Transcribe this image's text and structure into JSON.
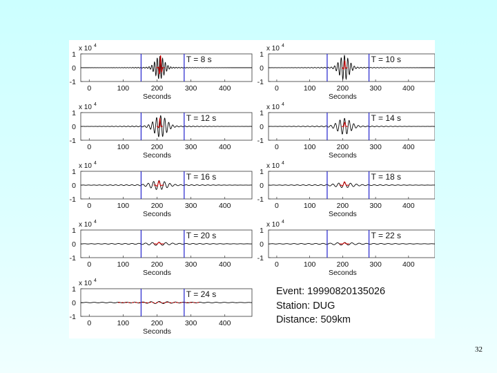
{
  "slide_number": "32",
  "info": {
    "event": "Event: 19990820135026",
    "station": "Station: DUG",
    "distance": "Distance: 509km"
  },
  "chart_data": [
    {
      "type": "line",
      "title": "T = 8 s",
      "xlabel": "Seconds",
      "ylabel": "",
      "y_scale_label": "x 10",
      "y_scale_exp": "4",
      "xlim": [
        -25,
        480
      ],
      "ylim": [
        -1,
        1
      ],
      "xticks": [
        0,
        100,
        200,
        300,
        400
      ],
      "yticks": [
        -1,
        0,
        1
      ],
      "window_lines": [
        153,
        280
      ],
      "envelope_peak_x": 205,
      "series": [
        {
          "name": "",
          "color": "#000000",
          "wave": {
            "center": 208,
            "width": 18,
            "amplitude": 0.8,
            "period": 8
          }
        },
        {
          "name": "",
          "color": "#cc0000",
          "wave": {
            "center": 210,
            "width": 4,
            "amplitude": 0.9,
            "period": 8
          }
        }
      ]
    },
    {
      "type": "line",
      "title": "T = 10 s",
      "xlabel": "Seconds",
      "ylabel": "",
      "y_scale_label": "x 10",
      "y_scale_exp": "4",
      "xlim": [
        -25,
        480
      ],
      "ylim": [
        -1,
        1
      ],
      "xticks": [
        0,
        100,
        200,
        300,
        400
      ],
      "yticks": [
        -1,
        0,
        1
      ],
      "window_lines": [
        153,
        280
      ],
      "envelope_peak_x": 205,
      "series": [
        {
          "name": "",
          "color": "#000000",
          "wave": {
            "center": 205,
            "width": 20,
            "amplitude": 0.85,
            "period": 10
          }
        },
        {
          "name": "",
          "color": "#cc0000",
          "wave": {
            "center": 206,
            "width": 3,
            "amplitude": 0.5,
            "period": 10
          }
        }
      ]
    },
    {
      "type": "line",
      "title": "T = 12 s",
      "xlabel": "Seconds",
      "ylabel": "",
      "y_scale_label": "x 10",
      "y_scale_exp": "4",
      "xlim": [
        -25,
        480
      ],
      "ylim": [
        -1,
        1
      ],
      "xticks": [
        0,
        100,
        200,
        300,
        400
      ],
      "yticks": [
        -1,
        0,
        1
      ],
      "window_lines": [
        153,
        280
      ],
      "envelope_peak_x": 205,
      "series": [
        {
          "name": "",
          "color": "#000000",
          "wave": {
            "center": 210,
            "width": 24,
            "amplitude": 0.75,
            "period": 12
          }
        },
        {
          "name": "",
          "color": "#cc0000",
          "wave": {
            "center": 208,
            "width": 3,
            "amplitude": 0.6,
            "period": 12
          }
        }
      ]
    },
    {
      "type": "line",
      "title": "T = 14 s",
      "xlabel": "Seconds",
      "ylabel": "",
      "y_scale_label": "x 10",
      "y_scale_exp": "4",
      "xlim": [
        -25,
        480
      ],
      "ylim": [
        -1,
        1
      ],
      "xticks": [
        0,
        100,
        200,
        300,
        400
      ],
      "yticks": [
        -1,
        0,
        1
      ],
      "window_lines": [
        153,
        280
      ],
      "envelope_peak_x": 205,
      "series": [
        {
          "name": "",
          "color": "#000000",
          "wave": {
            "center": 205,
            "width": 26,
            "amplitude": 0.55,
            "period": 14
          }
        },
        {
          "name": "",
          "color": "#cc0000",
          "wave": {
            "center": 206,
            "width": 3,
            "amplitude": 0.3,
            "period": 14
          }
        }
      ]
    },
    {
      "type": "line",
      "title": "T = 16 s",
      "xlabel": "Seconds",
      "ylabel": "",
      "y_scale_label": "x 10",
      "y_scale_exp": "4",
      "xlim": [
        -25,
        480
      ],
      "ylim": [
        -1,
        1
      ],
      "xticks": [
        0,
        100,
        200,
        300,
        400
      ],
      "yticks": [
        -1,
        0,
        1
      ],
      "window_lines": [
        153,
        280
      ],
      "envelope_peak_x": 205,
      "series": [
        {
          "name": "",
          "color": "#000000",
          "wave": {
            "center": 205,
            "width": 30,
            "amplitude": 0.3,
            "period": 16
          }
        },
        {
          "name": "",
          "color": "#cc0000",
          "wave": {
            "center": 205,
            "width": 5,
            "amplitude": 0.3,
            "period": 16
          }
        }
      ]
    },
    {
      "type": "line",
      "title": "T = 18 s",
      "xlabel": "Seconds",
      "ylabel": "",
      "y_scale_label": "x 10",
      "y_scale_exp": "4",
      "xlim": [
        -25,
        480
      ],
      "ylim": [
        -1,
        1
      ],
      "xticks": [
        0,
        100,
        200,
        300,
        400
      ],
      "yticks": [
        -1,
        0,
        1
      ],
      "window_lines": [
        153,
        280
      ],
      "envelope_peak_x": 205,
      "series": [
        {
          "name": "",
          "color": "#000000",
          "wave": {
            "center": 205,
            "width": 32,
            "amplitude": 0.15,
            "period": 18
          }
        },
        {
          "name": "",
          "color": "#cc0000",
          "wave": {
            "center": 205,
            "width": 5,
            "amplitude": 0.25,
            "period": 18
          }
        }
      ]
    },
    {
      "type": "line",
      "title": "T = 20 s",
      "xlabel": "Seconds",
      "ylabel": "",
      "y_scale_label": "x 10",
      "y_scale_exp": "4",
      "xlim": [
        -25,
        480
      ],
      "ylim": [
        -1,
        1
      ],
      "xticks": [
        0,
        100,
        200,
        300,
        400
      ],
      "yticks": [
        -1,
        0,
        1
      ],
      "window_lines": [
        153,
        280
      ],
      "envelope_peak_x": 205,
      "series": [
        {
          "name": "",
          "color": "#000000",
          "wave": {
            "center": 205,
            "width": 34,
            "amplitude": 0.08,
            "period": 20
          }
        },
        {
          "name": "",
          "color": "#cc0000",
          "wave": {
            "center": 205,
            "width": 5,
            "amplitude": 0.12,
            "period": 20
          }
        }
      ]
    },
    {
      "type": "line",
      "title": "T = 22 s",
      "xlabel": "Seconds",
      "ylabel": "",
      "y_scale_label": "x 10",
      "y_scale_exp": "4",
      "xlim": [
        -25,
        480
      ],
      "ylim": [
        -1,
        1
      ],
      "xticks": [
        0,
        100,
        200,
        300,
        400
      ],
      "yticks": [
        -1,
        0,
        1
      ],
      "window_lines": [
        153,
        280
      ],
      "envelope_peak_x": 205,
      "series": [
        {
          "name": "",
          "color": "#000000",
          "wave": {
            "center": 205,
            "width": 36,
            "amplitude": 0.06,
            "period": 22
          }
        },
        {
          "name": "",
          "color": "#cc0000",
          "wave": {
            "center": 205,
            "width": 5,
            "amplitude": 0.08,
            "period": 22
          }
        }
      ]
    },
    {
      "type": "line",
      "title": "T = 24 s",
      "xlabel": "Seconds",
      "ylabel": "",
      "y_scale_label": "x 10",
      "y_scale_exp": "4",
      "xlim": [
        -25,
        480
      ],
      "ylim": [
        -1,
        1
      ],
      "xticks": [
        0,
        100,
        200,
        300,
        400
      ],
      "yticks": [
        -1,
        0,
        1
      ],
      "window_lines": [
        153,
        280
      ],
      "envelope_peak_x": 205,
      "series": [
        {
          "name": "",
          "color": "#000000",
          "wave": {
            "center": 205,
            "width": 38,
            "amplitude": 0.04,
            "period": 24
          }
        },
        {
          "name": "",
          "color": "#cc0000",
          "wave": {
            "center": 205,
            "width": 40,
            "amplitude": 0.03,
            "period": 24,
            "dashed": true
          }
        }
      ]
    }
  ]
}
